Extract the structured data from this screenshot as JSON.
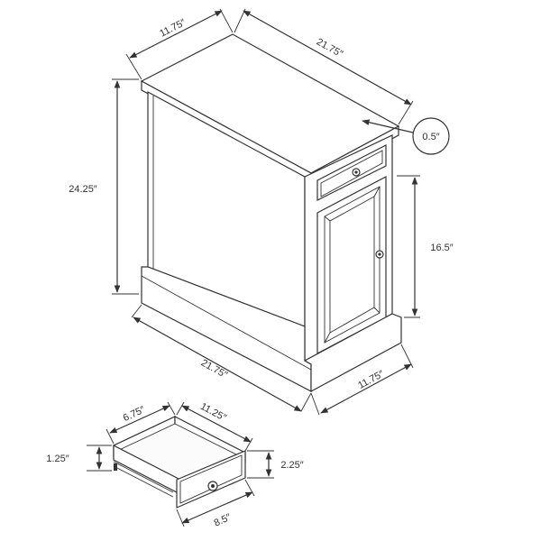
{
  "dimensions": {
    "top_depth": "11.75″",
    "top_width": "21.75″",
    "top_thickness": "0.5″",
    "height": "24.25″",
    "door_height": "16.5″",
    "base_width": "21.75″",
    "base_depth": "11.75″"
  },
  "drawer": {
    "depth": "6.75″",
    "width": "11.25″",
    "inner_height": "1.25″",
    "height": "2.25″",
    "front_width": "8.5″"
  },
  "colors": {
    "line": "#333333",
    "background": "#ffffff"
  }
}
